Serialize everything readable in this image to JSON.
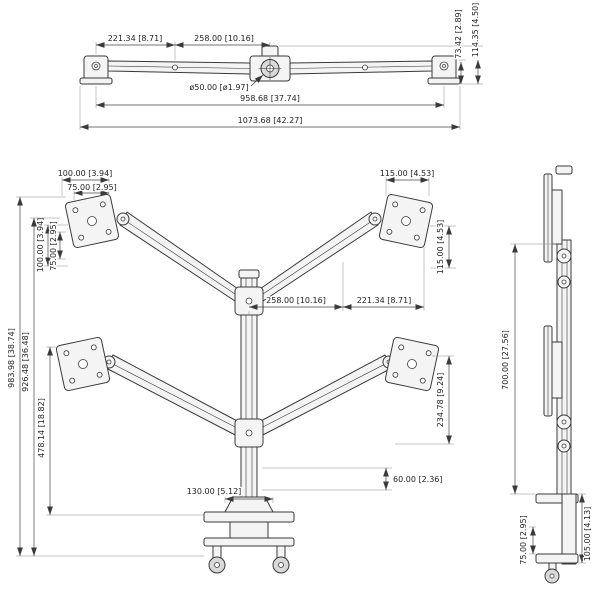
{
  "meta": {
    "drawing_line_color": "#3a3a3a",
    "dimension_text_color": "#1f1f1f",
    "background_color": "#ffffff"
  },
  "views": {
    "top": {
      "dims": {
        "left_span": "221.34 [8.71]",
        "center_span": "258.00 [10.16]",
        "pole_diameter": "ø50.00 [ø1.97]",
        "feet_span": "958.68 [37.74]",
        "overall_width": "1073.68 [42.27]",
        "bar_height": "73.42 [2.89]",
        "overall_height": "114.35 [4.50]"
      }
    },
    "front": {
      "dims": {
        "vesa_width_100": "100.00 [3.94]",
        "vesa_width_75": "75.00 [2.95]",
        "plate_width_115": "115.00 [4.53]",
        "vesa_height_100": "100.00 [3.94]",
        "vesa_height_75": "75.00 [2.95]",
        "plate_height_115": "115.00 [4.53]",
        "arm_reach_inner": "258.00 [10.16]",
        "arm_reach_outer": "221.34 [8.71]",
        "overall_height": "983.98 [38.74]",
        "upper_height": "926.48 [36.48]",
        "lower_height": "478.14 [18.82]",
        "arm_drop": "234.78 [9.24]",
        "base_offset": "60.00 [2.36]",
        "base_width": "130.00 [5.12]"
      }
    },
    "side": {
      "dims": {
        "column_height": "700.00 [27.56]",
        "clamp_depth": "75.00 [2.95]",
        "clamp_height": "105.00 [4.13]"
      }
    }
  }
}
